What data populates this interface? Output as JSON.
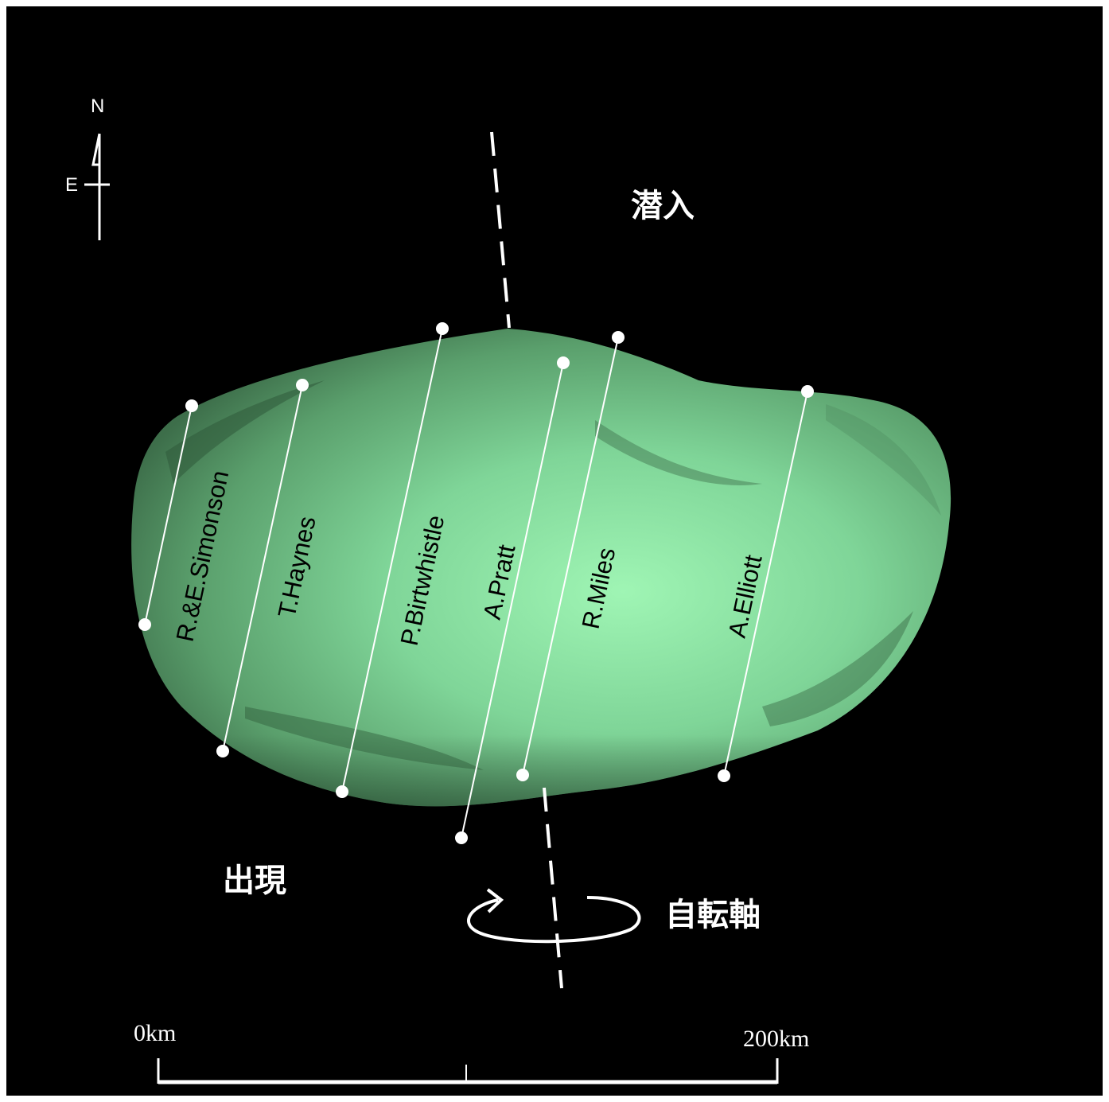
{
  "compass": {
    "north_label": "N",
    "east_label": "E"
  },
  "labels": {
    "disappearance": "潜入",
    "reappearance": "出現",
    "rotation_axis": "自転軸"
  },
  "observers": [
    {
      "name": "R.&E.Simonson"
    },
    {
      "name": "T.Haynes"
    },
    {
      "name": "P.Birtwhistle"
    },
    {
      "name": "A.Pratt"
    },
    {
      "name": "R.Miles"
    },
    {
      "name": "A.Elliott"
    }
  ],
  "scale_bar": {
    "start_label": "0km",
    "end_label": "200km"
  },
  "colors": {
    "background": "#000000",
    "asteroid_light": "#9ff5b4",
    "asteroid_mid": "#6fbf85",
    "asteroid_dark": "#2f5a3a",
    "chord": "#ffffff"
  }
}
